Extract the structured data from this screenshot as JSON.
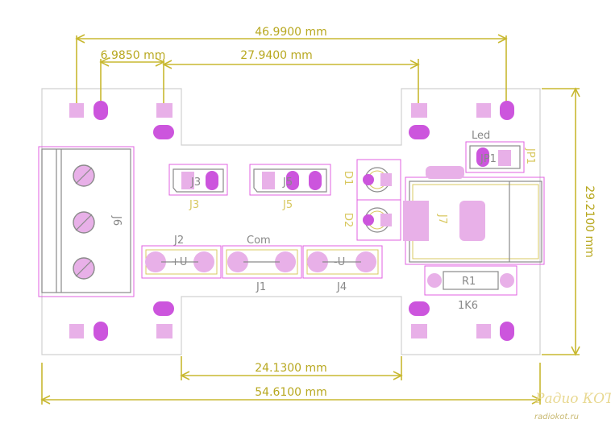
{
  "dimensions": {
    "total_top": "46.9900 mm",
    "left_small": "6.9850 mm",
    "inner_top": "27.9400 mm",
    "height": "29.2100 mm",
    "inner_bottom": "24.1300 mm",
    "total_width": "54.6100 mm"
  },
  "components": {
    "j6": "J6",
    "j3": "J3",
    "j5": "J5",
    "d1": "D1",
    "d2": "D2",
    "led": "Led",
    "jp1": "JP1",
    "j7": "J7",
    "j2": "J2",
    "com": "Com",
    "j1": "J1",
    "j4": "J4",
    "plus_u": "+U",
    "minus_u": "-U",
    "r1": "R1",
    "r1_value": "1K6"
  },
  "logo": {
    "title": "Радио КОТ",
    "url": "radiokot.ru"
  }
}
